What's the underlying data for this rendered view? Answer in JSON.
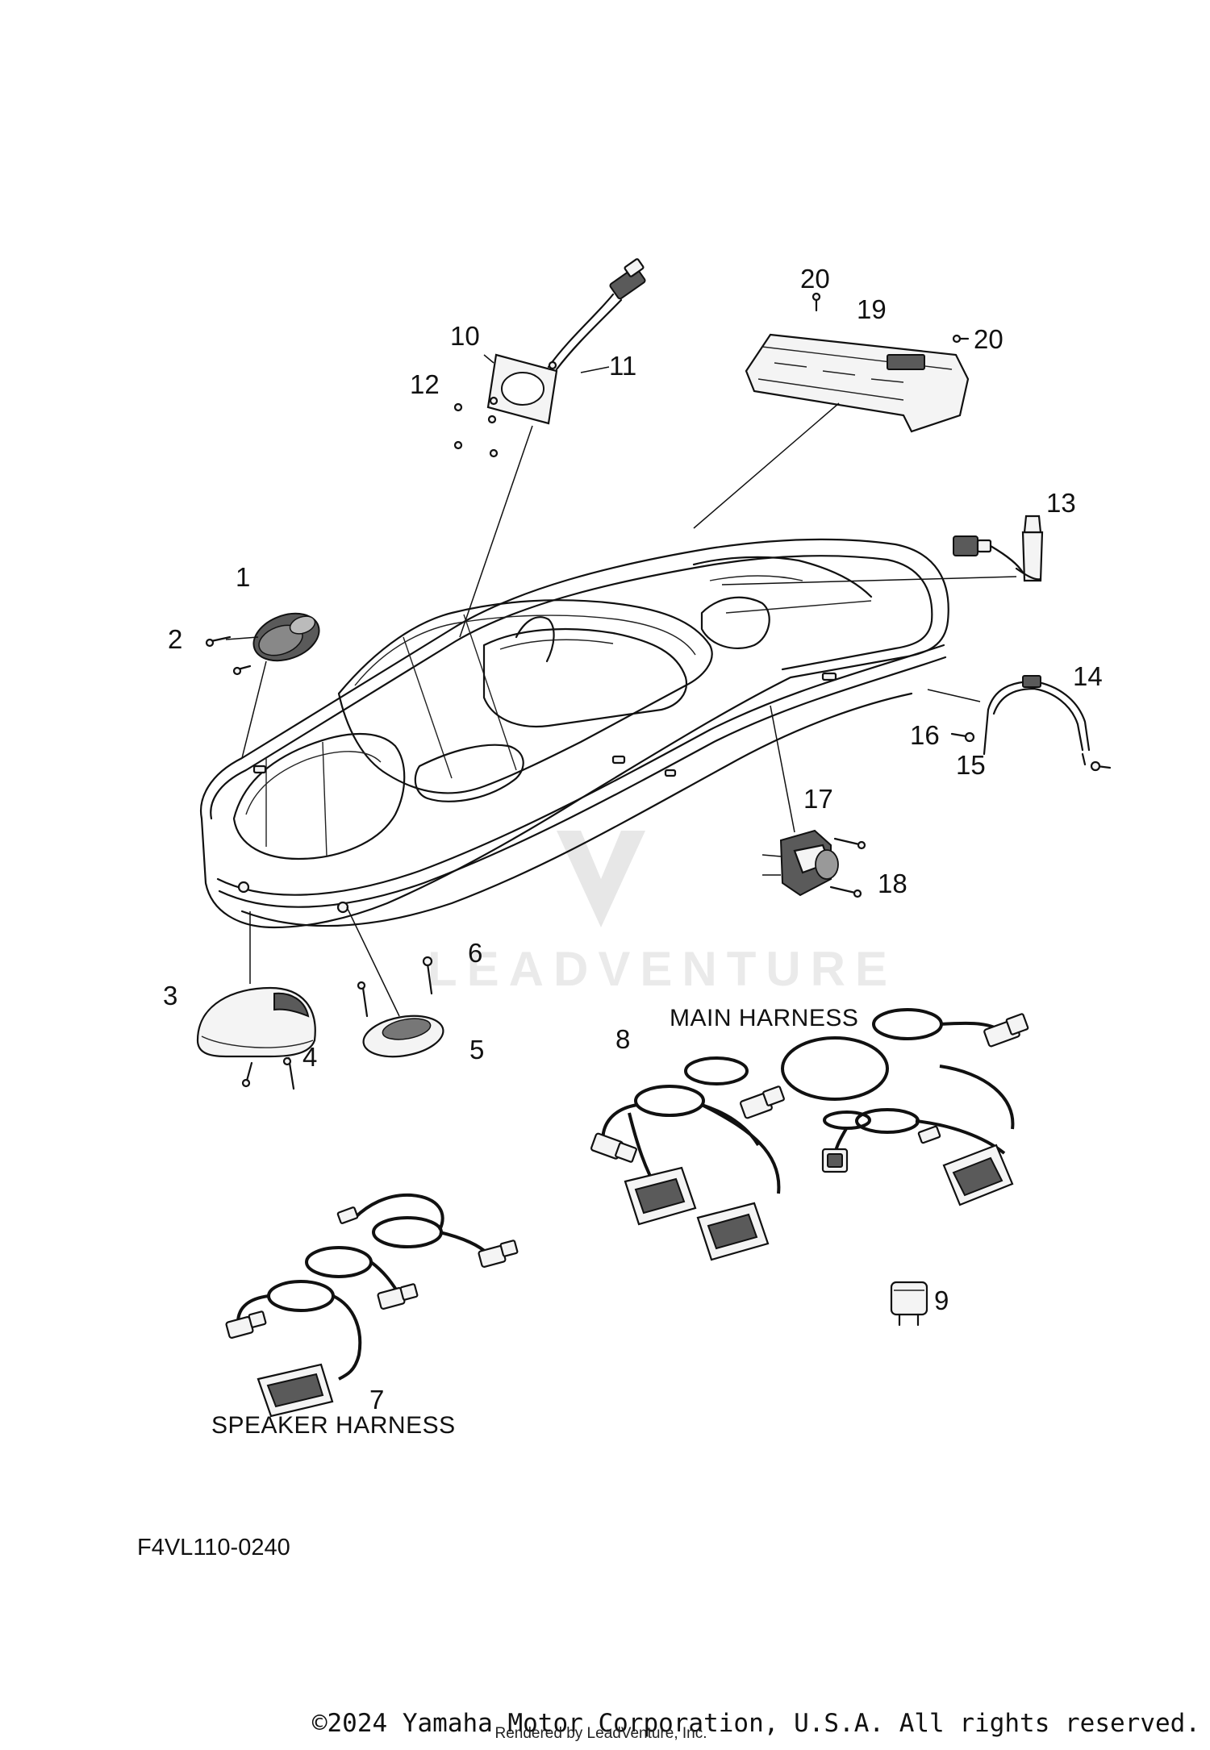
{
  "callouts": [
    "1",
    "2",
    "3",
    "4",
    "5",
    "6",
    "7",
    "8",
    "9",
    "10",
    "11",
    "12",
    "13",
    "14",
    "15",
    "16",
    "17",
    "18",
    "19",
    "20"
  ],
  "captions": {
    "main_harness": "MAIN HARNESS",
    "speaker_harness": "SPEAKER HARNESS"
  },
  "diagram_code": "F4VL110-0240",
  "watermark": "LEADVENTURE",
  "footer": {
    "copyright": "©2024 Yamaha Motor Corporation, U.S.A. All rights reserved.",
    "rendered_by": "Rendered by LeadVenture, Inc."
  }
}
